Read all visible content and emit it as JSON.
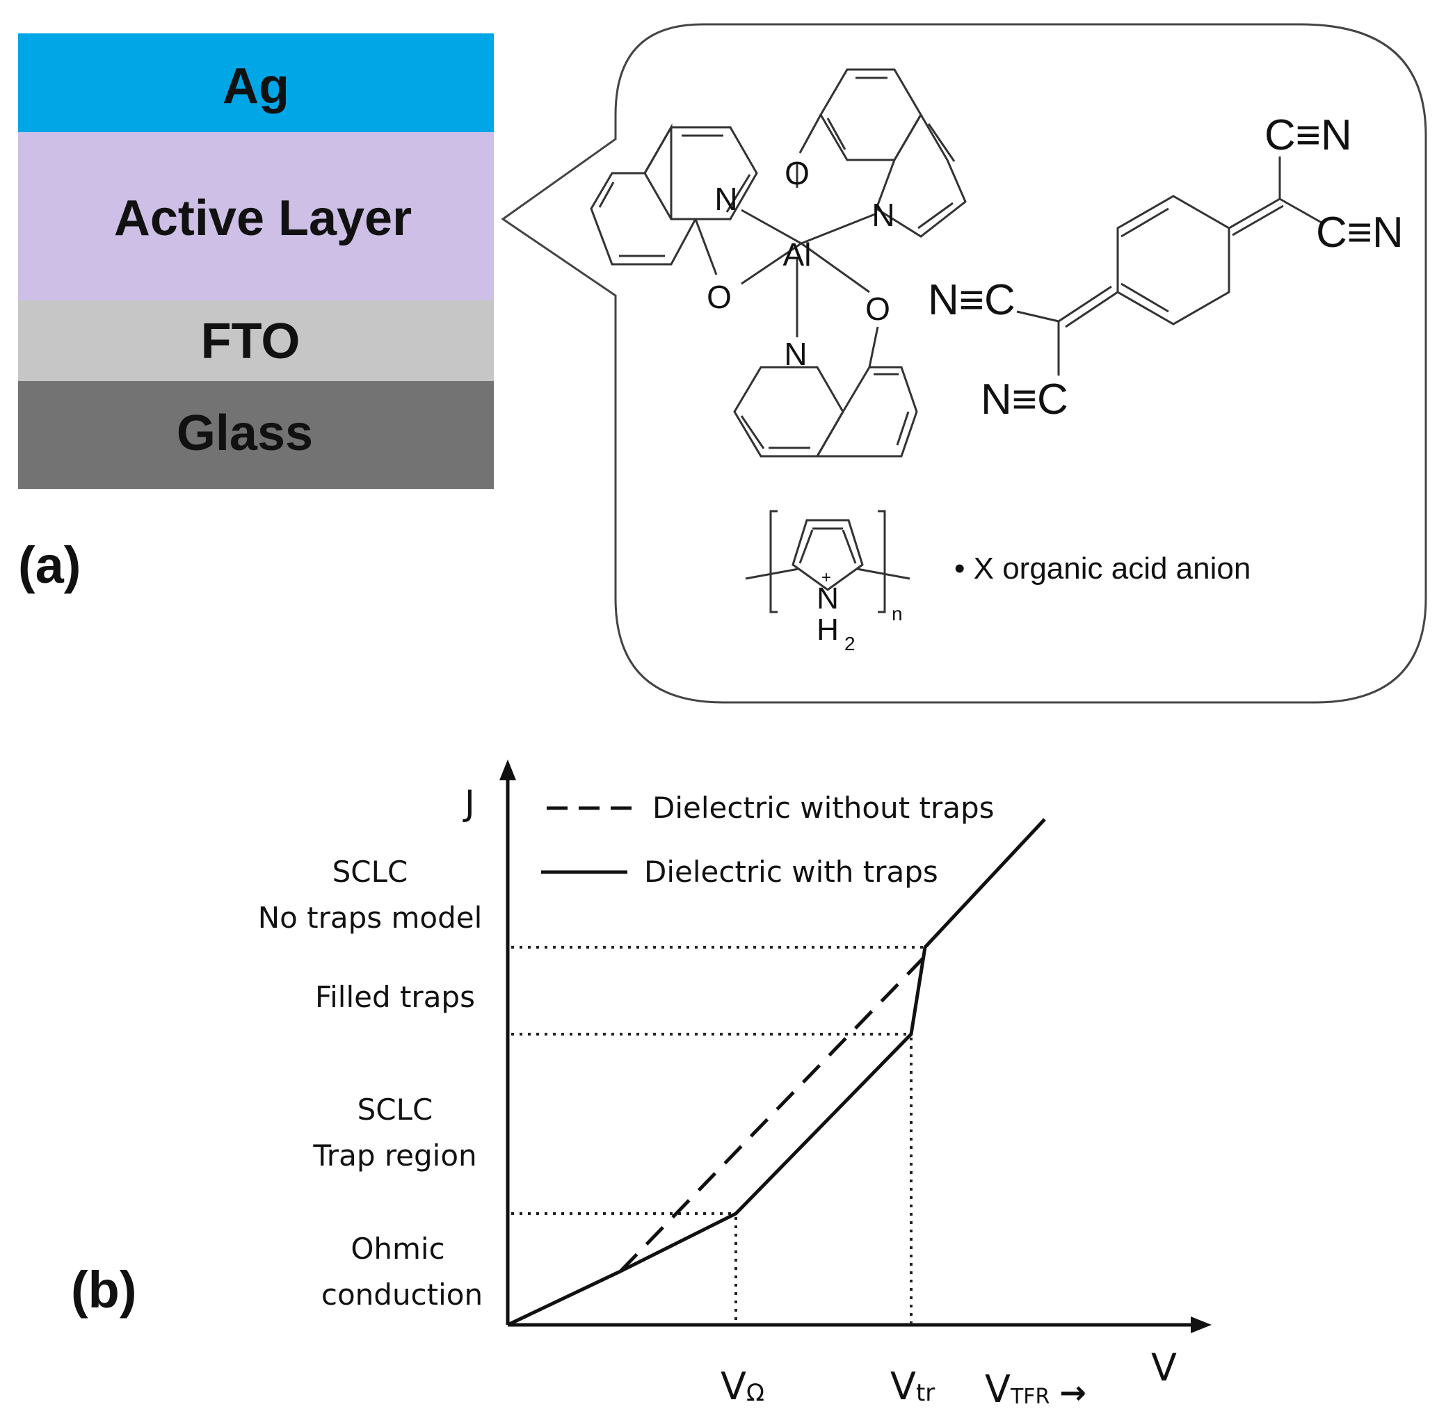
{
  "panel_a": {
    "label": "(a)",
    "layers": [
      {
        "name": "Ag",
        "color": "#00a6e6"
      },
      {
        "name": "Active Layer",
        "color": "#cdbfe6"
      },
      {
        "name": "FTO",
        "color": "#c6c6c6"
      },
      {
        "name": "Glass",
        "color": "#737373"
      }
    ],
    "molecules": {
      "alq3": {
        "metal": "Al",
        "oxygen": "O",
        "nitrogen": "N"
      },
      "tcnq": {
        "group": "C≡N",
        "group_reversed": "N≡C"
      },
      "polypyrrole": {
        "n_label": "N",
        "plus": "+",
        "h2": "H",
        "h2_sub": "2",
        "subscript": "n",
        "dopant_text": "• X organic acid anion"
      }
    }
  },
  "panel_b": {
    "label": "(b)",
    "y_axis_label": "J",
    "x_axis_label": "V",
    "legend": [
      {
        "label": "Dielectric without traps",
        "style": "dashed"
      },
      {
        "label": "Dielectric with traps",
        "style": "solid"
      }
    ],
    "regions": [
      {
        "lines": [
          "SCLC",
          "No traps model"
        ]
      },
      {
        "lines": [
          "Filled traps"
        ]
      },
      {
        "lines": [
          "SCLC",
          "Trap region"
        ]
      },
      {
        "lines": [
          "Ohmic",
          "conduction"
        ]
      }
    ],
    "x_ticks": [
      {
        "main": "V",
        "sub": "Ω"
      },
      {
        "main": "V",
        "sub": "tr"
      },
      {
        "main": "V",
        "sub": "TFR",
        "arrow": "→"
      }
    ]
  }
}
